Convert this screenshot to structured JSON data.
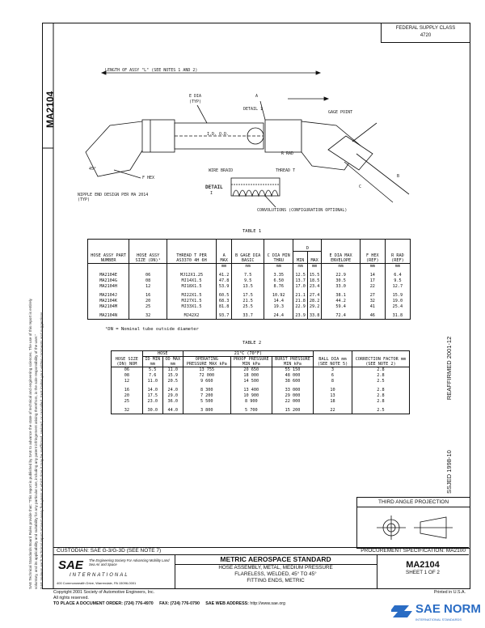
{
  "header": {
    "federal_supply_class": "FEDERAL SUPPLY CLASS",
    "fsc_number": "4720"
  },
  "doc_number_side": "MA2104",
  "disclaimer": {
    "line1": "SAE Technical Standards Board Rules provide that: \"This report is published by SAE to advance the state of technical and engineering sciences. The use of this report is entirely",
    "line2": "voluntary, and its applicability and suitability for any particular use, including any patent infringement arising therefrom, is the sole responsibility of the user.\"",
    "line3": "SAE reviews each technical report at least every five years at which time it may be reaffirmed, revised, or cancelled. SAE invites your written comments and suggestions."
  },
  "drawing": {
    "length_note": "LENGTH OF ASSY \"L\" (SEE NOTES 1 AND 2)",
    "e_dia": "E DIA",
    "typ": "(TYP)",
    "detail_1": "DETAIL I",
    "a_label": "A",
    "gage_point": "GAGE POINT",
    "id_od": "I.D.    O.D.",
    "r_rad": "R RAD",
    "thread_t": "THREAD T",
    "f_hex": "F HEX",
    "wire_braid": "WIRE BRAID",
    "nipple_note": "NIPPLE END DESIGN PER MA 2014 (TYP)",
    "detail_label": "DETAIL",
    "detail_num": "I",
    "convolutions": "CONVOLUTIONS (CONFIGURATION OPTIONAL)",
    "b_label": "B",
    "c_label": "C",
    "angle_45": "45°"
  },
  "table1": {
    "title": "TABLE 1",
    "headers": [
      "HOSE ASSY PART NUMBER",
      "HOSE ASSY SIZE (DN)¹",
      "THREAD T PER AS3370 4H 6H",
      "A MAX",
      "B GAGE DIA BASIC",
      "C DIA MIN THRU",
      "D",
      "E DIA MAX ENVELOPE",
      "F HEX (REF)",
      "R RAD (REF)"
    ],
    "d_sub": [
      "MIN",
      "MAX"
    ],
    "units": [
      "",
      "",
      "",
      "mm",
      "mm",
      "mm",
      "mm",
      "mm",
      "mm",
      "mm",
      "mm"
    ],
    "rows": [
      [
        "MA2104E",
        "06",
        "MJ12X1.25",
        "41.2",
        "7.5",
        "3.35",
        "12.5",
        "15.5",
        "22.9",
        "14",
        "6.4"
      ],
      [
        "MA2104G",
        "08",
        "MJ14X1.5",
        "47.8",
        "9.5",
        "6.50",
        "13.7",
        "18.5",
        "30.5",
        "17",
        "9.5"
      ],
      [
        "MA2104H",
        "12",
        "MJ18X1.5",
        "53.9",
        "13.5",
        "8.76",
        "17.0",
        "23.4",
        "33.0",
        "22",
        "12.7"
      ],
      [
        "MA2104J",
        "16",
        "MJ22X1.5",
        "60.5",
        "17.5",
        "10.92",
        "21.1",
        "27.4",
        "38.1",
        "27",
        "15.9"
      ],
      [
        "MA2104K",
        "20",
        "MJ27X1.5",
        "68.3",
        "21.5",
        "14.4",
        "21.8",
        "28.2",
        "44.2",
        "32",
        "19.0"
      ],
      [
        "MA2104M",
        "25",
        "MJ33X1.5",
        "81.8",
        "25.5",
        "19.3",
        "22.9",
        "29.2",
        "59.4",
        "41",
        "25.4"
      ],
      [
        "MA2104N",
        "32",
        "MJ42X2",
        "93.7",
        "33.7",
        "24.4",
        "23.9",
        "33.8",
        "72.4",
        "46",
        "31.8"
      ]
    ],
    "footnote": "¹DN = Nominal tube outside diameter"
  },
  "table2": {
    "title": "TABLE 2",
    "group_hose": "HOSE",
    "group_temp": "21°C (70°F)",
    "headers": [
      "HOSE SIZE (DN) NOM",
      "ID MIN mm",
      "OD MAX mm",
      "OPERATING PRESSURE MAX kPa",
      "PROOF PRESSURE MIN kPa",
      "BURST PRESSURE MIN kPa",
      "BALL DIA mm (SEE NOTE 5)",
      "CORRECTION FACTOR mm (SEE NOTE 2)"
    ],
    "rows": [
      [
        "06",
        "5.5",
        "11.0",
        "13 755",
        "20 650",
        "55 150",
        "3",
        "2.8"
      ],
      [
        "08",
        "7.6",
        "15.9",
        "72 000",
        "18 000",
        "48 000",
        "6",
        "2.8"
      ],
      [
        "12",
        "11.0",
        "20.5",
        "9 660",
        "14 500",
        "38 600",
        "8",
        "2.5"
      ],
      [
        "16",
        "14.0",
        "24.0",
        "8 300",
        "13 400",
        "33 000",
        "10",
        "2.8"
      ],
      [
        "20",
        "17.5",
        "29.0",
        "7 200",
        "10 900",
        "29 000",
        "13",
        "2.8"
      ],
      [
        "25",
        "23.0",
        "36.0",
        "5 500",
        "8 900",
        "22 000",
        "18",
        "2.8"
      ],
      [
        "32",
        "30.0",
        "44.0",
        "3 800",
        "5 700",
        "15 200",
        "22",
        "2.5"
      ]
    ]
  },
  "reaffirmed": "REAFFIRMED 2001-12",
  "ssjed": "SSJED 1998-10",
  "third_angle": "THIRD ANGLE PROJECTION",
  "custodian": "CUSTODIAN: SAE G-3/G-3D (SEE NOTE 7)",
  "procurement": "PROCUREMENT SPECIFICATION: MA2100",
  "logo": {
    "sae": "SAE",
    "tagline": "The Engineering Society For Advancing Mobility Land Sea Air and Space",
    "intl": "INTERNATIONAL",
    "address": "400 Commonwealth Drive, Warrendale, PA 15096-0001"
  },
  "title_block": {
    "heading": "METRIC AEROSPACE STANDARD",
    "line1": "HOSE ASSEMBLY, METAL, MEDIUM PRESSURE",
    "line2": "FLARELESS, WELDED, 45° TO 45°",
    "line3": "FITTING ENDS, METRIC",
    "doc_number": "MA2104",
    "sheet": "SHEET 1 OF 2"
  },
  "footer": {
    "copyright": "Copyright 2001 Society of Automotive Engineers, Inc.",
    "rights": "All rights reserved.",
    "order_label": "TO PLACE A DOCUMENT ORDER:",
    "order_phone": "(724) 776-4970",
    "fax_label": "FAX:",
    "fax": "(724) 776-0790",
    "web_label": "SAE WEB ADDRESS:",
    "web": "http://www.sae.org",
    "printed": "Printed in U.S.A."
  },
  "watermark": {
    "brand": "SAE NORM",
    "sub": "INTERNATIONAL STANDARDS"
  }
}
